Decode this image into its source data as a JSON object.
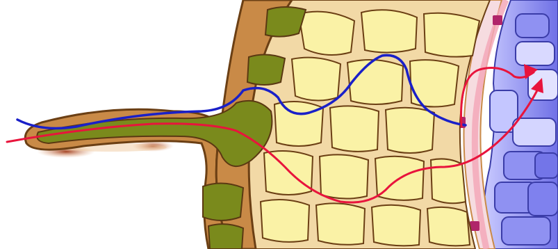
{
  "diagram": {
    "pathways": [
      {
        "id": "symplast",
        "color": "#1a20c8",
        "style": "line"
      },
      {
        "id": "apoplast",
        "color": "#e8143c",
        "style": "arrow"
      }
    ],
    "colors": {
      "background": "#ffffff",
      "cell_wall_brown": "#c98a47",
      "cell_wall_outline": "#6b3f14",
      "epidermis_cytoplasm": "#7a8a1c",
      "cortex_fill": "#faf2a6",
      "cortex_wall": "#f2d9a6",
      "endodermis_band": "#f3a8b8",
      "casparian_strip": "#b0256a",
      "stele_fill": "#8a8cf0",
      "stele_highlight": "#d9d9ff",
      "root_hair_stain": "#a33a10"
    }
  }
}
